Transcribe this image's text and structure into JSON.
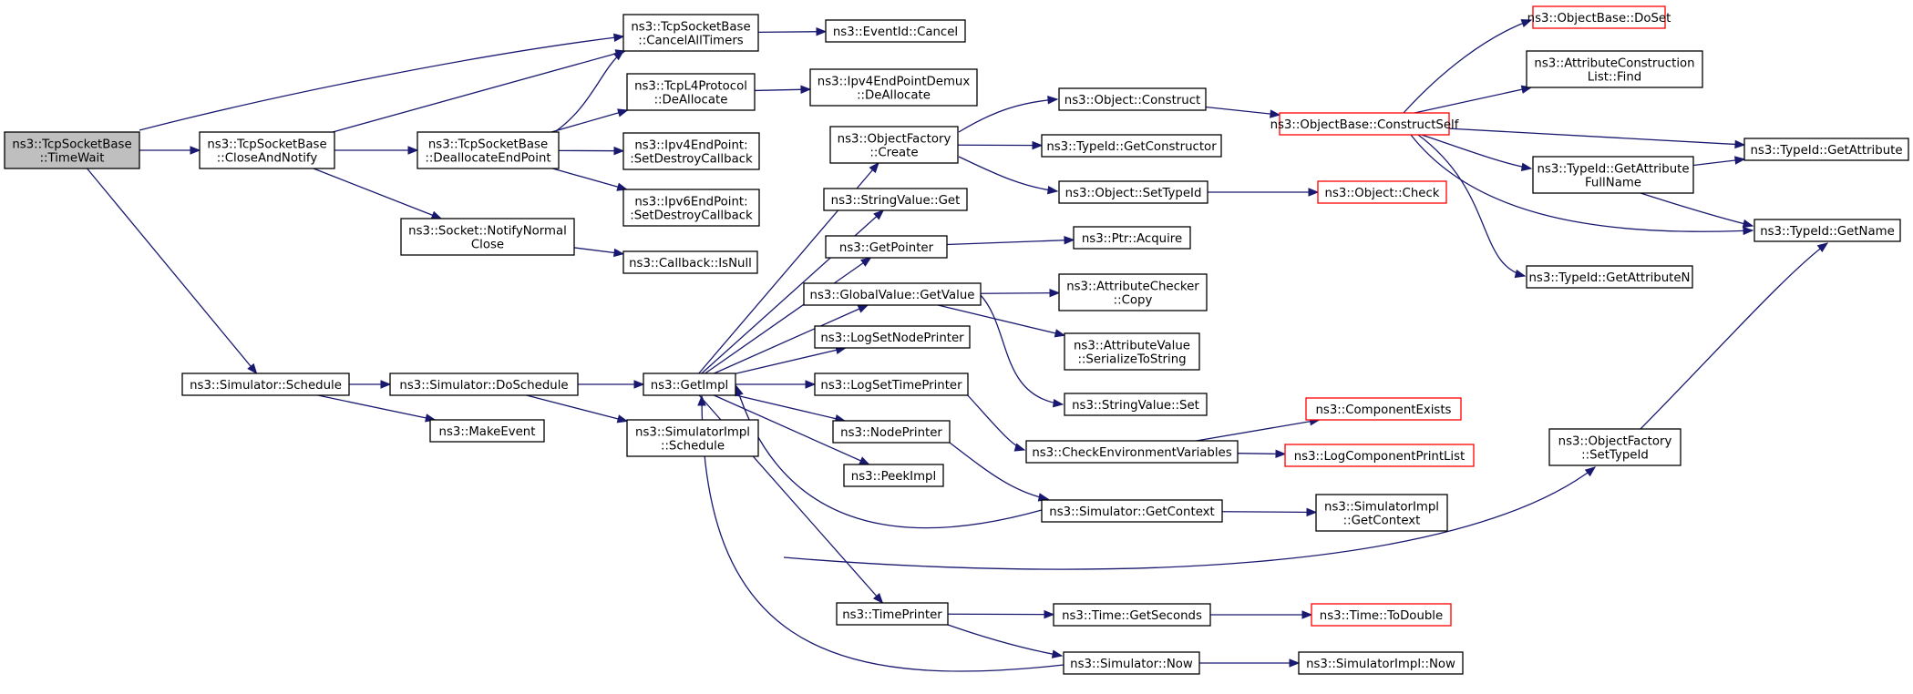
{
  "diagram": {
    "colors": {
      "edge": "#191970",
      "node_border": "#000000",
      "truncated_border": "#ff0000",
      "root_fill": "#bfbfbf",
      "background": "#ffffff"
    },
    "nodes": [
      {
        "id": "timewait",
        "lines": [
          "ns3::TcpSocketBase",
          "::TimeWait"
        ],
        "style": "root"
      },
      {
        "id": "closeandnotify",
        "lines": [
          "ns3::TcpSocketBase",
          "::CloseAndNotify"
        ]
      },
      {
        "id": "cancelalltimers",
        "lines": [
          "ns3::TcpSocketBase",
          "::CancelAllTimers"
        ]
      },
      {
        "id": "eventidcancel",
        "lines": [
          "ns3::EventId::Cancel"
        ]
      },
      {
        "id": "deallocateendpoint",
        "lines": [
          "ns3::TcpSocketBase",
          "::DeallocateEndPoint"
        ]
      },
      {
        "id": "tcpl4dealloc",
        "lines": [
          "ns3::TcpL4Protocol",
          "::DeAllocate"
        ]
      },
      {
        "id": "ipv4demuxdealloc",
        "lines": [
          "ns3::Ipv4EndPointDemux",
          "::DeAllocate"
        ]
      },
      {
        "id": "ipv4destroy",
        "lines": [
          "ns3::Ipv4EndPoint:",
          ":SetDestroyCallback"
        ]
      },
      {
        "id": "ipv6destroy",
        "lines": [
          "ns3::Ipv6EndPoint:",
          ":SetDestroyCallback"
        ]
      },
      {
        "id": "notifynormalclose",
        "lines": [
          "ns3::Socket::NotifyNormal",
          "Close"
        ]
      },
      {
        "id": "callbackisnull",
        "lines": [
          "ns3::Callback::IsNull"
        ]
      },
      {
        "id": "simschedule",
        "lines": [
          "ns3::Simulator::Schedule"
        ]
      },
      {
        "id": "simdoschedule",
        "lines": [
          "ns3::Simulator::DoSchedule"
        ]
      },
      {
        "id": "makeevent",
        "lines": [
          "ns3::MakeEvent"
        ]
      },
      {
        "id": "simimplschedule",
        "lines": [
          "ns3::SimulatorImpl",
          "::Schedule"
        ]
      },
      {
        "id": "getimpl",
        "lines": [
          "ns3::GetImpl"
        ]
      },
      {
        "id": "objfactorycreate",
        "lines": [
          "ns3::ObjectFactory",
          "::Create"
        ]
      },
      {
        "id": "stringvalueget",
        "lines": [
          "ns3::StringValue::Get"
        ]
      },
      {
        "id": "getpointer",
        "lines": [
          "ns3::GetPointer"
        ]
      },
      {
        "id": "globalvaluegetvalue",
        "lines": [
          "ns3::GlobalValue::GetValue"
        ]
      },
      {
        "id": "logsetnodeprinter",
        "lines": [
          "ns3::LogSetNodePrinter"
        ]
      },
      {
        "id": "logsettimeprinter",
        "lines": [
          "ns3::LogSetTimePrinter"
        ]
      },
      {
        "id": "nodeprinter",
        "lines": [
          "ns3::NodePrinter"
        ]
      },
      {
        "id": "peekimpl",
        "lines": [
          "ns3::PeekImpl"
        ]
      },
      {
        "id": "timeprinter",
        "lines": [
          "ns3::TimePrinter"
        ]
      },
      {
        "id": "objconstruct",
        "lines": [
          "ns3::Object::Construct"
        ]
      },
      {
        "id": "typeidgetconstructor",
        "lines": [
          "ns3::TypeId::GetConstructor"
        ]
      },
      {
        "id": "objsettypeid",
        "lines": [
          "ns3::Object::SetTypeId"
        ]
      },
      {
        "id": "objcheck",
        "lines": [
          "ns3::Object::Check"
        ],
        "style": "truncated"
      },
      {
        "id": "ptracquire",
        "lines": [
          "ns3::Ptr::Acquire"
        ]
      },
      {
        "id": "attrcheckercopy",
        "lines": [
          "ns3::AttributeChecker",
          "::Copy"
        ]
      },
      {
        "id": "attrvalueserialize",
        "lines": [
          "ns3::AttributeValue",
          "::SerializeToString"
        ]
      },
      {
        "id": "stringvalueset",
        "lines": [
          "ns3::StringValue::Set"
        ]
      },
      {
        "id": "checkenv",
        "lines": [
          "ns3::CheckEnvironmentVariables"
        ]
      },
      {
        "id": "componentexists",
        "lines": [
          "ns3::ComponentExists"
        ],
        "style": "truncated"
      },
      {
        "id": "logcomponentprintlist",
        "lines": [
          "ns3::LogComponentPrintList"
        ],
        "style": "truncated"
      },
      {
        "id": "simgetcontext",
        "lines": [
          "ns3::Simulator::GetContext"
        ]
      },
      {
        "id": "simimplgetcontext",
        "lines": [
          "ns3::SimulatorImpl",
          "::GetContext"
        ]
      },
      {
        "id": "timegetseconds",
        "lines": [
          "ns3::Time::GetSeconds"
        ]
      },
      {
        "id": "timetodouble",
        "lines": [
          "ns3::Time::ToDouble"
        ],
        "style": "truncated"
      },
      {
        "id": "simnow",
        "lines": [
          "ns3::Simulator::Now"
        ]
      },
      {
        "id": "simimplnow",
        "lines": [
          "ns3::SimulatorImpl::Now"
        ]
      },
      {
        "id": "objbasedoset",
        "lines": [
          "ns3::ObjectBase::DoSet"
        ],
        "style": "truncated"
      },
      {
        "id": "attrconstrlistfind",
        "lines": [
          "ns3::AttributeConstruction",
          "List::Find"
        ]
      },
      {
        "id": "objbaseconstructself",
        "lines": [
          "ns3::ObjectBase::ConstructSelf"
        ],
        "style": "truncated"
      },
      {
        "id": "typeidgetattributefullname",
        "lines": [
          "ns3::TypeId::GetAttribute",
          "FullName"
        ]
      },
      {
        "id": "typeidgetattribute",
        "lines": [
          "ns3::TypeId::GetAttribute"
        ]
      },
      {
        "id": "typeidgetname",
        "lines": [
          "ns3::TypeId::GetName"
        ]
      },
      {
        "id": "typeidgetattributen",
        "lines": [
          "ns3::TypeId::GetAttributeN"
        ]
      },
      {
        "id": "objfactorysettypeid",
        "lines": [
          "ns3::ObjectFactory",
          "::SetTypeId"
        ]
      }
    ],
    "edges": [
      [
        "timewait",
        "closeandnotify"
      ],
      [
        "timewait",
        "cancelalltimers"
      ],
      [
        "timewait",
        "simschedule"
      ],
      [
        "closeandnotify",
        "cancelalltimers"
      ],
      [
        "closeandnotify",
        "deallocateendpoint"
      ],
      [
        "closeandnotify",
        "notifynormalclose"
      ],
      [
        "cancelalltimers",
        "eventidcancel"
      ],
      [
        "deallocateendpoint",
        "cancelalltimers"
      ],
      [
        "deallocateendpoint",
        "tcpl4dealloc"
      ],
      [
        "deallocateendpoint",
        "ipv4destroy"
      ],
      [
        "deallocateendpoint",
        "ipv6destroy"
      ],
      [
        "tcpl4dealloc",
        "ipv4demuxdealloc"
      ],
      [
        "notifynormalclose",
        "callbackisnull"
      ],
      [
        "simschedule",
        "simdoschedule"
      ],
      [
        "simschedule",
        "makeevent"
      ],
      [
        "simdoschedule",
        "getimpl"
      ],
      [
        "simdoschedule",
        "simimplschedule"
      ],
      [
        "getimpl",
        "objfactorycreate"
      ],
      [
        "getimpl",
        "stringvalueget"
      ],
      [
        "getimpl",
        "getpointer"
      ],
      [
        "getimpl",
        "globalvaluegetvalue"
      ],
      [
        "getimpl",
        "logsetnodeprinter"
      ],
      [
        "getimpl",
        "logsettimeprinter"
      ],
      [
        "getimpl",
        "nodeprinter"
      ],
      [
        "getimpl",
        "peekimpl"
      ],
      [
        "getimpl",
        "timeprinter"
      ],
      [
        "getimpl",
        "objfactorysettypeid"
      ],
      [
        "simgetcontext",
        "getimpl"
      ],
      [
        "simnow",
        "getimpl"
      ],
      [
        "objfactorycreate",
        "objconstruct"
      ],
      [
        "objfactorycreate",
        "typeidgetconstructor"
      ],
      [
        "objfactorycreate",
        "objsettypeid"
      ],
      [
        "objsettypeid",
        "objcheck"
      ],
      [
        "getpointer",
        "ptracquire"
      ],
      [
        "globalvaluegetvalue",
        "attrcheckercopy"
      ],
      [
        "globalvaluegetvalue",
        "attrvalueserialize"
      ],
      [
        "globalvaluegetvalue",
        "stringvalueset"
      ],
      [
        "logsettimeprinter",
        "checkenv"
      ],
      [
        "nodeprinter",
        "simgetcontext"
      ],
      [
        "checkenv",
        "componentexists"
      ],
      [
        "checkenv",
        "logcomponentprintlist"
      ],
      [
        "simgetcontext",
        "simimplgetcontext"
      ],
      [
        "timeprinter",
        "timegetseconds"
      ],
      [
        "timeprinter",
        "simnow"
      ],
      [
        "timegetseconds",
        "timetodouble"
      ],
      [
        "simnow",
        "simimplnow"
      ],
      [
        "objconstruct",
        "objbaseconstructself"
      ],
      [
        "objbaseconstructself",
        "objbasedoset"
      ],
      [
        "objbaseconstructself",
        "attrconstrlistfind"
      ],
      [
        "objbaseconstructself",
        "typeidgetattribute"
      ],
      [
        "objbaseconstructself",
        "typeidgetattributefullname"
      ],
      [
        "objbaseconstructself",
        "typeidgetname"
      ],
      [
        "objbaseconstructself",
        "typeidgetattributen"
      ],
      [
        "typeidgetattributefullname",
        "typeidgetattribute"
      ],
      [
        "typeidgetattributefullname",
        "typeidgetname"
      ],
      [
        "objfactorysettypeid",
        "typeidgetname"
      ]
    ]
  }
}
